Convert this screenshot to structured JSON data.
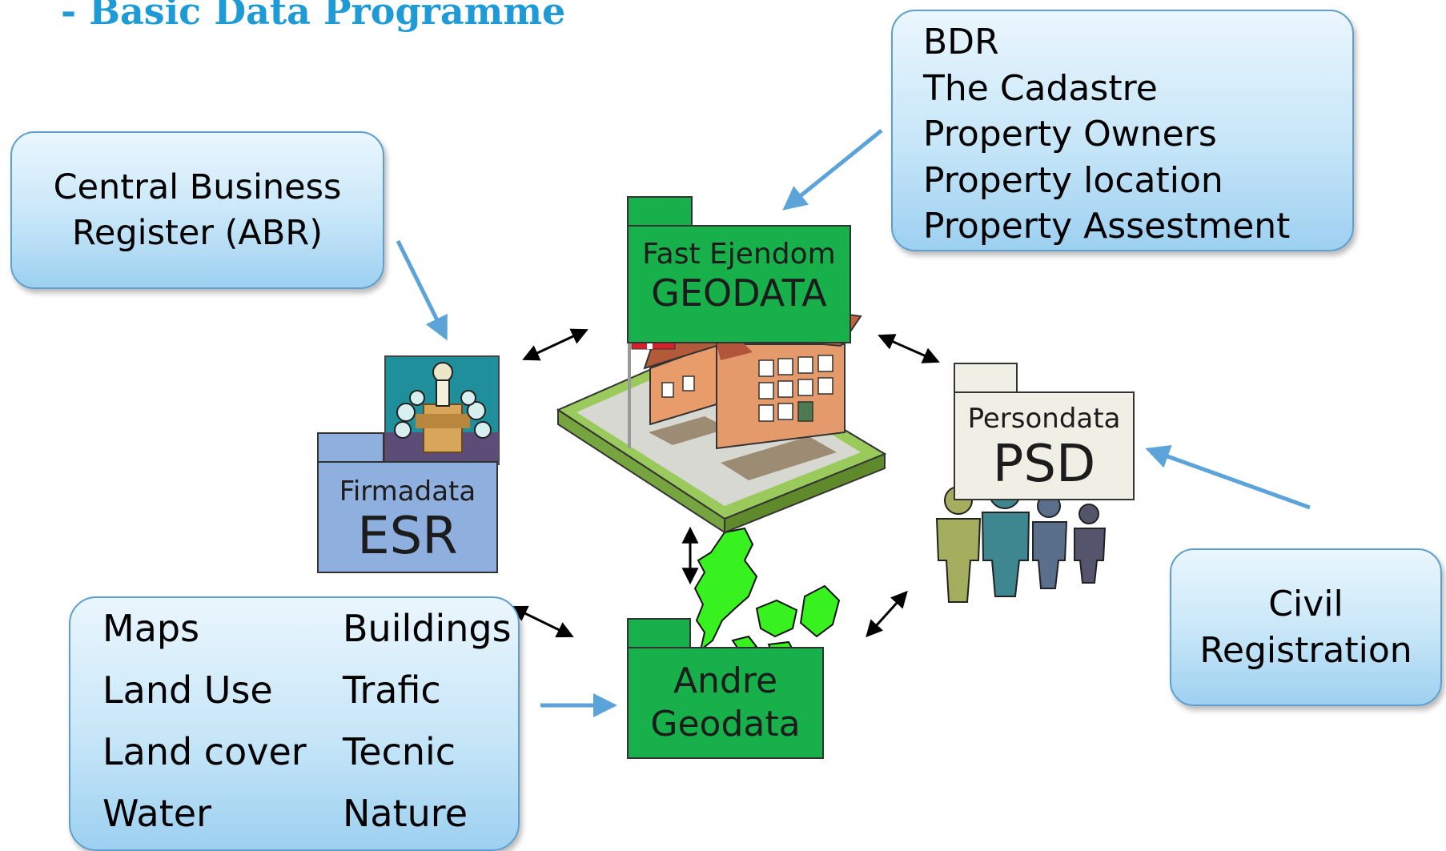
{
  "title": "- Basic Data Programme",
  "callouts": {
    "abr": {
      "lines": [
        "Central Business",
        "Register (ABR)"
      ]
    },
    "bdr": {
      "lines": [
        "BDR",
        "The Cadastre",
        "Property Owners",
        "Property location",
        "Property Assestment"
      ]
    },
    "civil": {
      "lines": [
        "Civil",
        "Registration"
      ]
    },
    "maps": {
      "left": [
        "Maps",
        "Land Use",
        "Land cover",
        "Water"
      ],
      "right": [
        "Buildings",
        "Trafic",
        "Tecnic",
        "Nature"
      ]
    }
  },
  "folders": {
    "geodata": {
      "label": "Fast Ejendom",
      "code": "GEODATA",
      "color": "#17b04a"
    },
    "esr": {
      "label": "Firmadata",
      "code": "ESR",
      "color": "#8fb0df"
    },
    "psd": {
      "label": "Persondata",
      "code": "PSD",
      "color": "#efefe6"
    },
    "andre": {
      "label": "Andre",
      "code": "Geodata",
      "color": "#17b04a"
    }
  },
  "colors": {
    "title": "#1e9ad6",
    "arrow_blue": "#5ba3d9",
    "arrow_black": "#000000",
    "callout_border": "#5e9fcf"
  }
}
